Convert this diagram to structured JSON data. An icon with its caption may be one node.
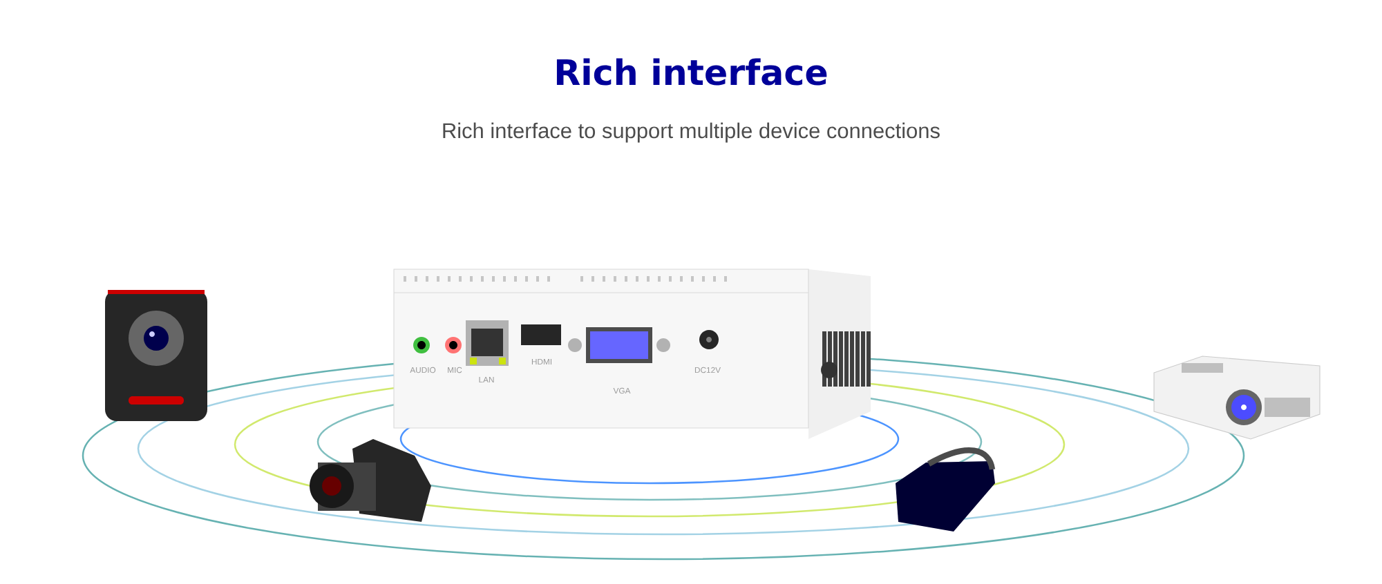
{
  "diagram": {
    "title": "Rich interface",
    "labels": [
      "Rich interface to support multiple device connections",
      "AUDIO",
      "MIC",
      "LAN",
      "HDMI",
      "VGA",
      "DC12V"
    ]
  }
}
